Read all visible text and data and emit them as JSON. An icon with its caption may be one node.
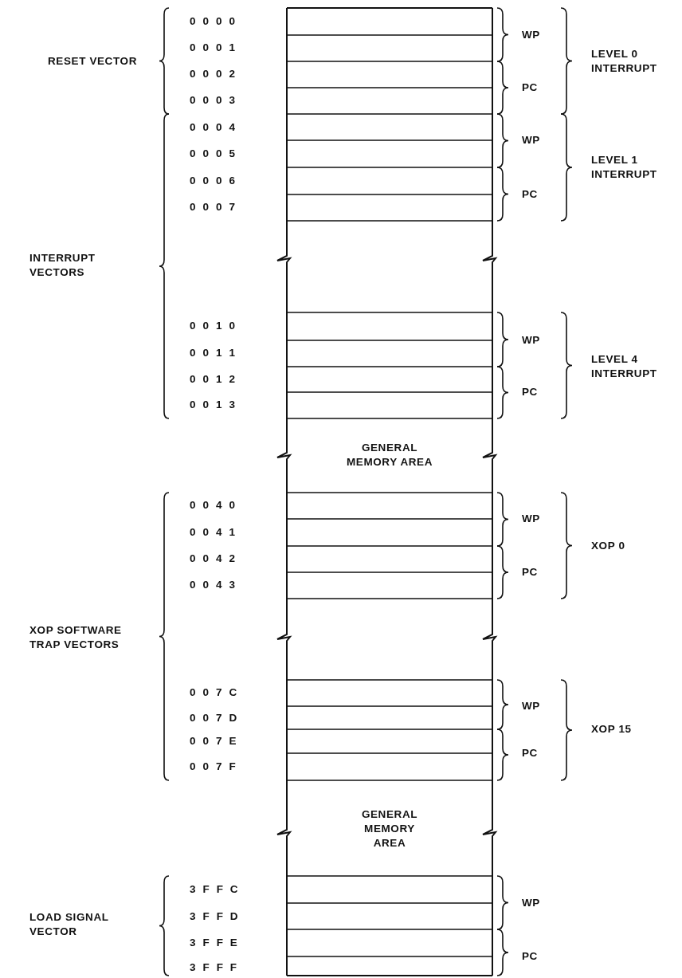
{
  "diagram": {
    "labels": [
      "0 0 0 0",
      "WP",
      "0 0 0 1",
      "RESET VECTOR",
      "LEVEL 0 INTERRUPT",
      "0 0 0 2",
      "PC",
      "0 0 0 3",
      "0 0 0 4",
      "WP",
      "0 0 0 5",
      "LEVEL 1 INTERRUPT",
      "0 0 0 6",
      "PC",
      "0 0 0 7",
      "INTERRUPT VECTORS",
      "0 0 1 0",
      "WP",
      "0 0 1 1",
      "LEVEL 4 INTERRUPT",
      "0 0 1 2",
      "PC",
      "0 0 1 3",
      "GENERAL MEMORY AREA",
      "0 0 4 0",
      "WP",
      "0 0 4 1",
      "XOP 0",
      "0 0 4 2",
      "PC",
      "0 0 4 3",
      "XOP SOFTWARE TRAP VECTORS",
      "0 0 7 C",
      "WP",
      "0 0 7 D",
      "XOP 15",
      "0 0 7 E",
      "PC",
      "0 0 7 F",
      "GENERAL MEMORY AREA",
      "3 F F C",
      "WP",
      "3 F F D",
      "LOAD SIGNAL VECTOR",
      "3 F F E",
      "PC",
      "3 F F F"
    ]
  }
}
